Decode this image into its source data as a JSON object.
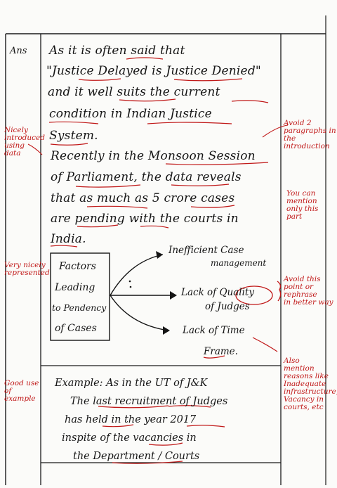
{
  "answer_label": "Ans",
  "intro_paragraph": [
    "As it is often said that",
    "\"Justice Delayed is Justice Denied\"",
    "and it well suits the current",
    "condition in Indian Justice",
    "System."
  ],
  "data_paragraph": [
    "Recently in the Monsoon Session",
    "of Parliament, the data reveals",
    "that as much as 5 crore cases",
    "are pending with the courts in",
    "India."
  ],
  "diagram": {
    "box_lines": [
      "Factors",
      "Leading",
      "to Pendency",
      "of Cases"
    ],
    "factors": [
      [
        "Inefficient Case",
        "management"
      ],
      [
        "Lack of Quality",
        "of Judges"
      ],
      [
        "Lack of Time",
        "Frame."
      ]
    ]
  },
  "example_paragraph": [
    "Example: As in the UT of J&K",
    "The last recruitment of Judges",
    "has held in the year 2017",
    "inspite of the vacancies in",
    "the Department / Courts"
  ],
  "margin_comments": {
    "left_1": [
      "Nicely",
      "introduced",
      "using",
      "data"
    ],
    "left_2": [
      "Very nicely",
      "represented"
    ],
    "left_3": [
      "Good use",
      "of",
      "example"
    ],
    "right_1": [
      "Avoid 2",
      "paragraphs in",
      "the",
      "introduction"
    ],
    "right_2": [
      "You can",
      "mention",
      "only this",
      "part"
    ],
    "right_3": [
      "Avoid this",
      "point or",
      "rephrase",
      "in better way"
    ],
    "right_4": [
      "Also",
      "mention",
      "reasons like",
      "Inadequate",
      "infrastructure,",
      "Vacancy in",
      "courts, etc"
    ]
  },
  "colors": {
    "ink": "#151515",
    "review_ink": "#c01818",
    "paper": "#fbfbf9"
  }
}
